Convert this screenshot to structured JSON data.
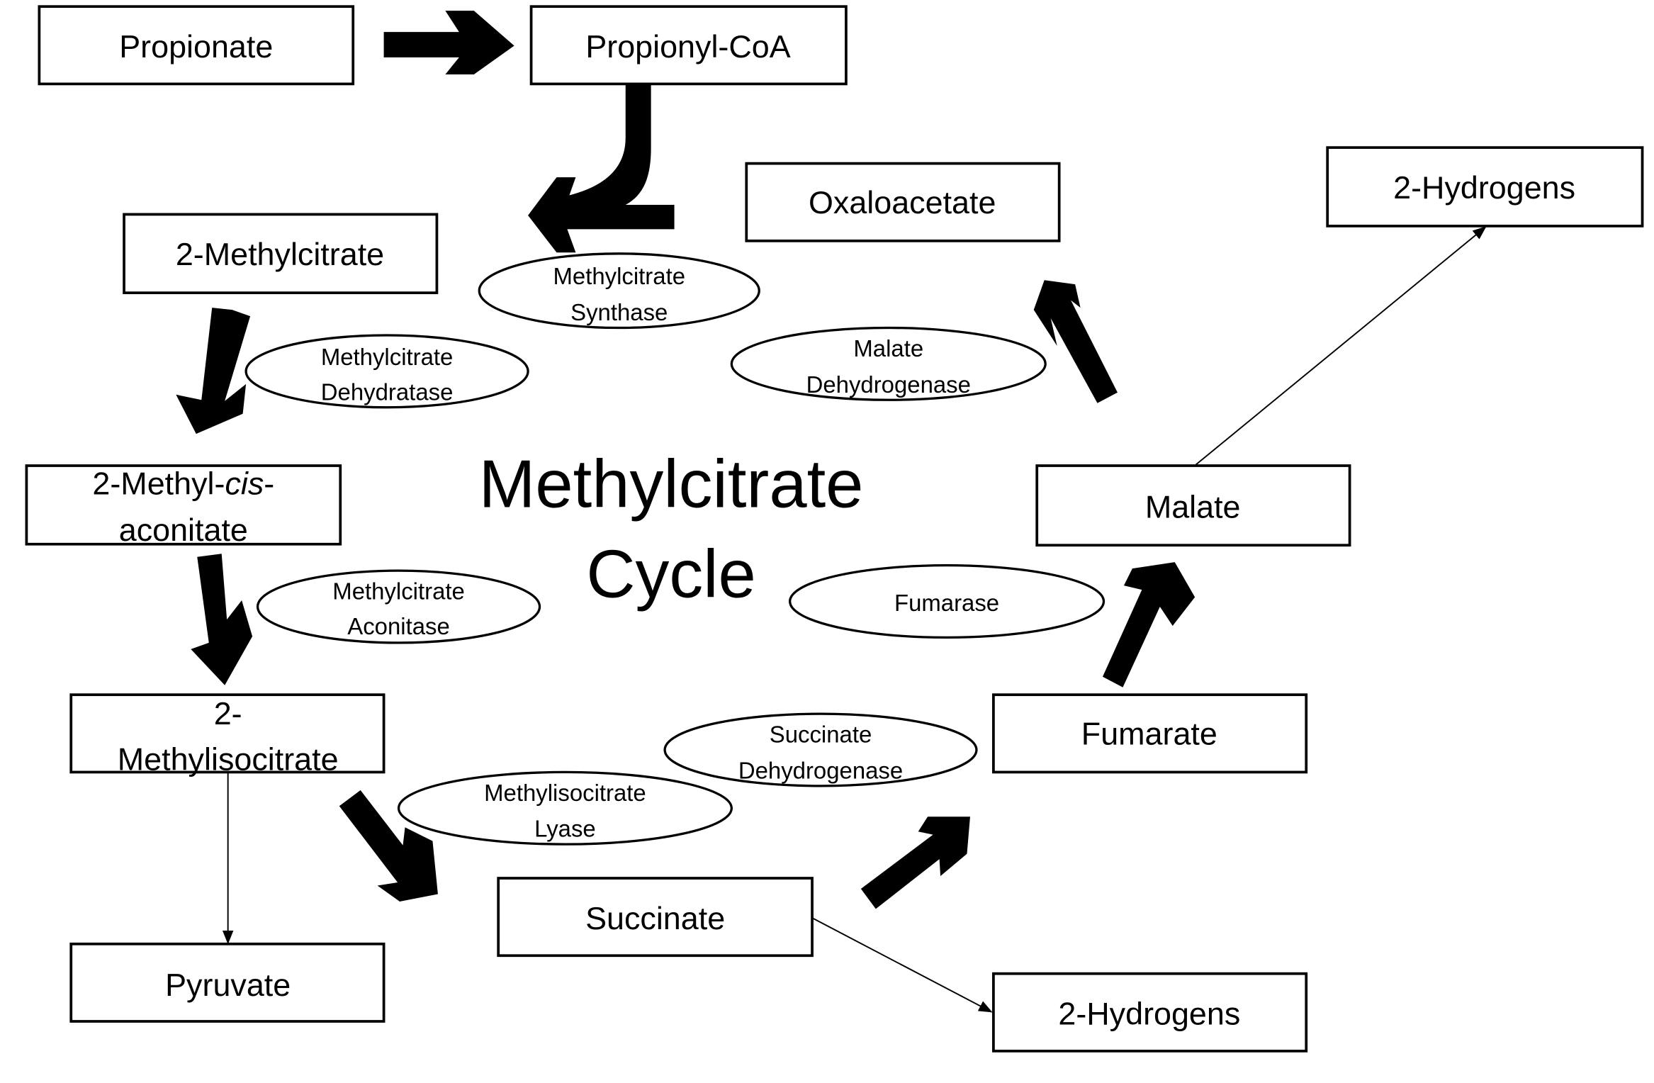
{
  "title": {
    "line1": "Methylcitrate",
    "line2": "Cycle"
  },
  "metabolites": {
    "propionate": "Propionate",
    "propionyl_coa": "Propionyl-CoA",
    "oxaloacetate": "Oxaloacetate",
    "hydrogens_top": "2-Hydrogens",
    "methylcitrate": "2-Methylcitrate",
    "methyl_cis_aconitate_1": "2-Methyl-",
    "methyl_cis_aconitate_italic": "cis",
    "methyl_cis_aconitate_2": "-",
    "methyl_cis_aconitate_3": "aconitate",
    "malate": "Malate",
    "methylisocitrate_1": "2-",
    "methylisocitrate_2": "Methylisocitrate",
    "fumarate": "Fumarate",
    "succinate": "Succinate",
    "pyruvate": "Pyruvate",
    "hydrogens_bottom": "2-Hydrogens"
  },
  "enzymes": {
    "synthase": [
      "Methylcitrate",
      "Synthase"
    ],
    "dehydratase": [
      "Methylcitrate",
      "Dehydratase"
    ],
    "malate_dh": [
      "Malate",
      "Dehydrogenase"
    ],
    "aconitase": [
      "Methylcitrate",
      "Aconitase"
    ],
    "fumarase": [
      "Fumarase"
    ],
    "succinate_dh": [
      "Succinate",
      "Dehydrogenase"
    ],
    "lyase": [
      "Methylisocitrate",
      "Lyase"
    ]
  }
}
